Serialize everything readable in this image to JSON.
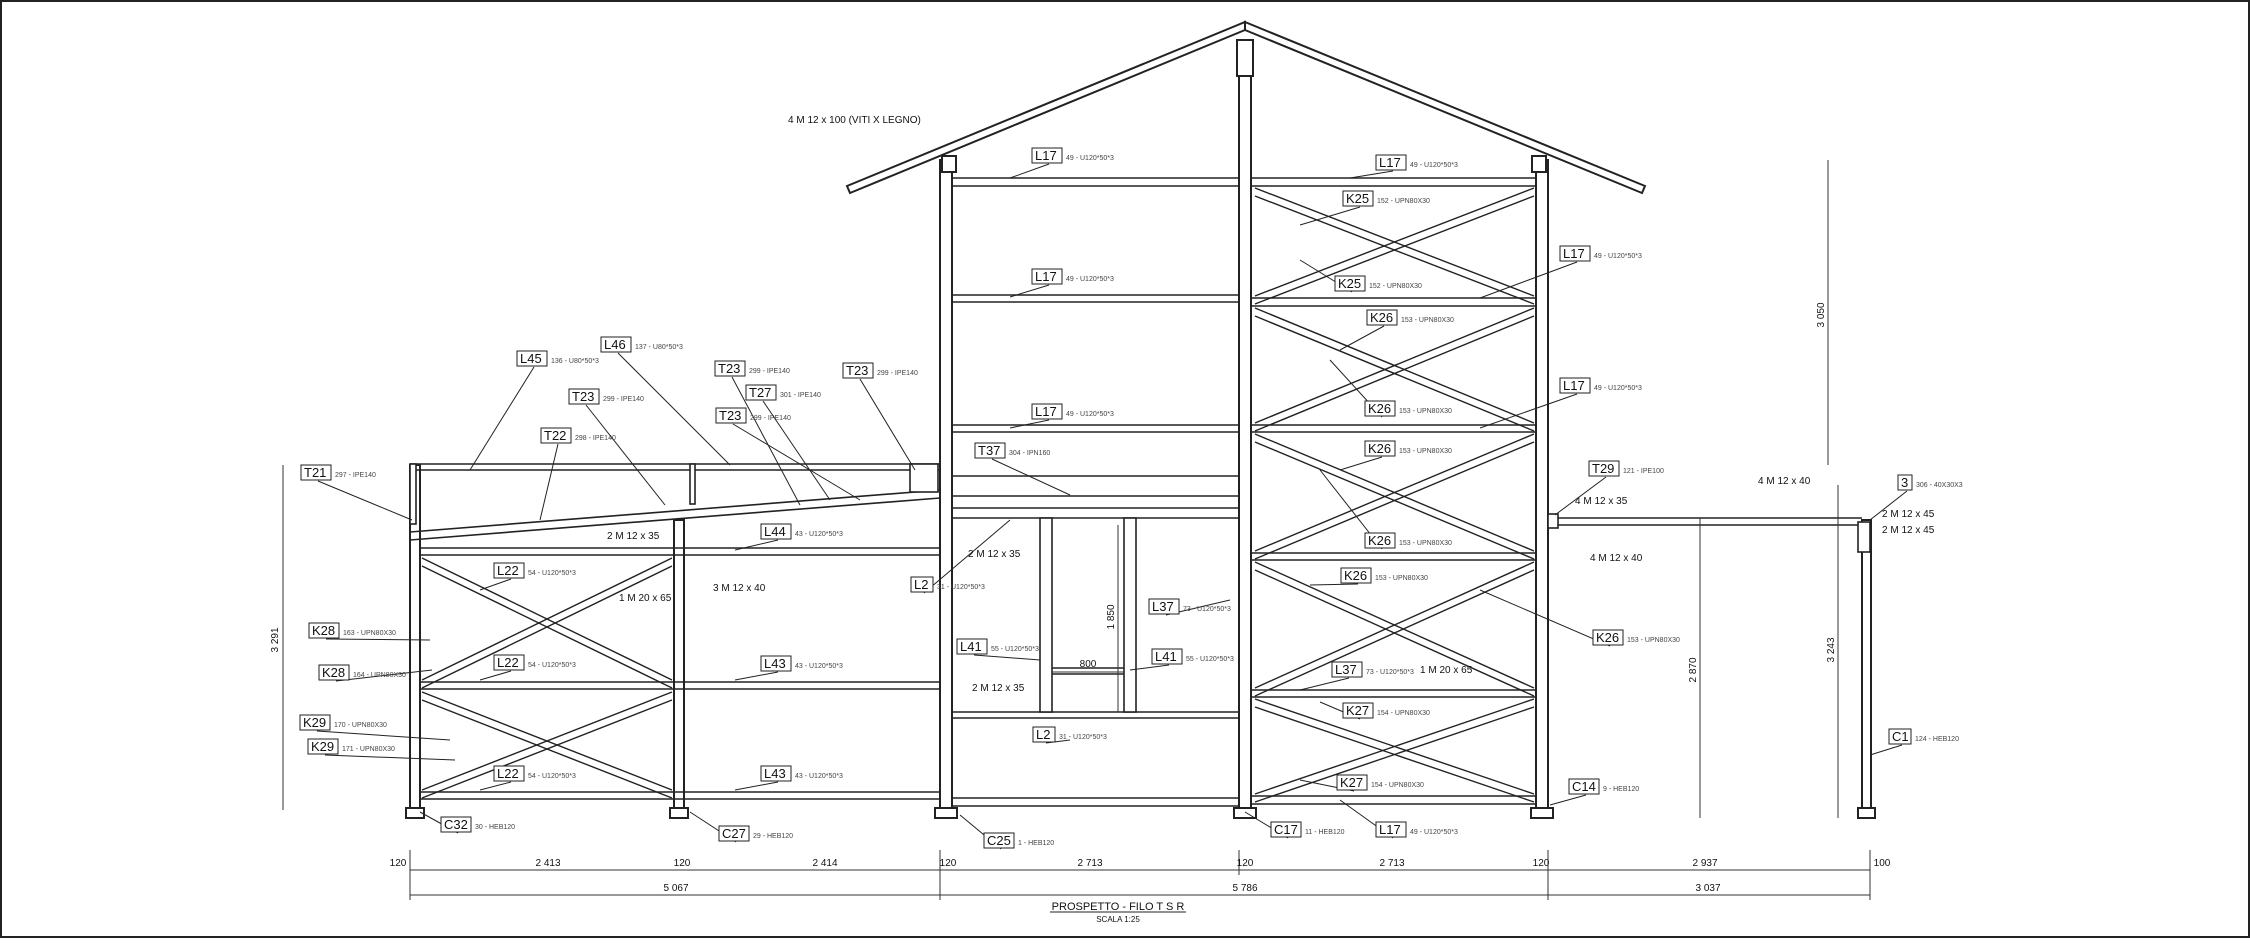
{
  "drawing": {
    "title": "PROSPETTO - FILO T S R",
    "scale": "SCALA 1:25"
  },
  "labels": [
    {
      "tag": "L17",
      "spec": "49 - U120*50*3"
    },
    {
      "tag": "L17",
      "spec": "49 - U120*50*3"
    },
    {
      "tag": "L17",
      "spec": "49 - U120*50*3"
    },
    {
      "tag": "L17",
      "spec": "49 - U120*50*3"
    },
    {
      "tag": "L17",
      "spec": "49 - U120*50*3"
    },
    {
      "tag": "L17",
      "spec": "49 - U120*50*3"
    },
    {
      "tag": "L17",
      "spec": "49 - U120*50*3"
    },
    {
      "tag": "K25",
      "spec": "152 - UPN80X30"
    },
    {
      "tag": "K25",
      "spec": "152 - UPN80X30"
    },
    {
      "tag": "K26",
      "spec": "153 - UPN80X30"
    },
    {
      "tag": "K26",
      "spec": "153 - UPN80X30"
    },
    {
      "tag": "K26",
      "spec": "153 - UPN80X30"
    },
    {
      "tag": "K26",
      "spec": "153 - UPN80X30"
    },
    {
      "tag": "K26",
      "spec": "153 - UPN80X30"
    },
    {
      "tag": "K26",
      "spec": "153 - UPN80X30"
    },
    {
      "tag": "L37",
      "spec": "73 - U120*50*3"
    },
    {
      "tag": "L37",
      "spec": "73 - U120*50*3"
    },
    {
      "tag": "K27",
      "spec": "154 - UPN80X30"
    },
    {
      "tag": "K27",
      "spec": "154 - UPN80X30"
    },
    {
      "tag": "T37",
      "spec": "304 - IPN160"
    },
    {
      "tag": "L2",
      "spec": "31 - U120*50*3"
    },
    {
      "tag": "L2",
      "spec": "31 - U120*50*3"
    },
    {
      "tag": "L41",
      "spec": "55 - U120*50*3"
    },
    {
      "tag": "L41",
      "spec": "55 - U120*50*3"
    },
    {
      "tag": "L44",
      "spec": "43 - U120*50*3"
    },
    {
      "tag": "L43",
      "spec": "43 - U120*50*3"
    },
    {
      "tag": "L43",
      "spec": "43 - U120*50*3"
    },
    {
      "tag": "L22",
      "spec": "54 - U120*50*3"
    },
    {
      "tag": "L22",
      "spec": "54 - U120*50*3"
    },
    {
      "tag": "L22",
      "spec": "54 - U120*50*3"
    },
    {
      "tag": "K28",
      "spec": "163 - UPN80X30"
    },
    {
      "tag": "K28",
      "spec": "164 - UPN80X30"
    },
    {
      "tag": "K29",
      "spec": "170 - UPN80X30"
    },
    {
      "tag": "K29",
      "spec": "171 - UPN80X30"
    },
    {
      "tag": "T21",
      "spec": "297 - IPE140"
    },
    {
      "tag": "T22",
      "spec": "298 - IPE140"
    },
    {
      "tag": "T23",
      "spec": "299 - IPE140"
    },
    {
      "tag": "T23",
      "spec": "299 - IPE140"
    },
    {
      "tag": "T23",
      "spec": "299 - IPE140"
    },
    {
      "tag": "T23",
      "spec": "299 - IPE140"
    },
    {
      "tag": "T27",
      "spec": "301 - IPE140"
    },
    {
      "tag": "L45",
      "spec": "136 - U80*50*3"
    },
    {
      "tag": "L46",
      "spec": "137 - U80*50*3"
    },
    {
      "tag": "T29",
      "spec": "121 - IPE100"
    },
    {
      "tag": "3",
      "spec": "306 - 40X30X3"
    },
    {
      "tag": "C1",
      "spec": "124 - HEB120"
    },
    {
      "tag": "C14",
      "spec": "9 - HEB120"
    },
    {
      "tag": "C17",
      "spec": "11 - HEB120"
    },
    {
      "tag": "C25",
      "spec": "1 - HEB120"
    },
    {
      "tag": "C27",
      "spec": "29 - HEB120"
    },
    {
      "tag": "C32",
      "spec": "30 - HEB120"
    }
  ],
  "notes": [
    "4 M 12 x 100 (VITI X LEGNO)",
    "2 M 12 x 35",
    "3 M 12 x 40",
    "1 M 20 x 65",
    "2 M 12 x 35",
    "2 M 12 x 35",
    "1 M 20 x 65",
    "4 M 12 x 35",
    "4 M 12 x 40",
    "4 M 12 x 40",
    "2 M 12 x 45",
    "2 M 12 x 45"
  ],
  "dimensions": {
    "row1": [
      "120",
      "2 413",
      "120",
      "2 414",
      "120",
      "2 713",
      "120",
      "2 713",
      "120",
      "2 937",
      "100"
    ],
    "row2": [
      "5 067",
      "5 786",
      "3 037"
    ],
    "vertical": [
      "3 291",
      "3 050",
      "2 870",
      "3 243",
      "1 850"
    ],
    "horizontal": [
      "800"
    ]
  }
}
